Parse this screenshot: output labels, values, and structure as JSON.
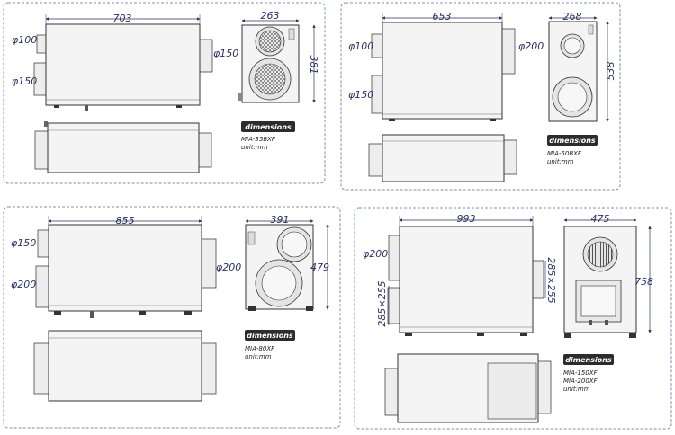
{
  "panels": [
    {
      "id": "a",
      "front_width": "703",
      "side_width": "263",
      "side_height": "381",
      "phi_left_top": "φ100",
      "phi_left_bottom": "φ150",
      "phi_right": "φ150",
      "badge": "dimensions",
      "model_lines": [
        "MIA-35BXF",
        "unit:mm"
      ]
    },
    {
      "id": "b",
      "front_width": "653",
      "side_width": "268",
      "side_height": "538",
      "phi_left_top": "φ100",
      "phi_left_bottom": "φ150",
      "phi_right": "φ200",
      "badge": "dimensions",
      "model_lines": [
        "MIA-50BXF",
        "unit:mm"
      ]
    },
    {
      "id": "c",
      "front_width": "855",
      "side_width": "391",
      "side_height": "479",
      "phi_left_top": "φ150",
      "phi_left_bottom": "φ200",
      "phi_right": "φ200",
      "badge": "dimensions",
      "model_lines": [
        "MIA-80XF",
        "unit:mm"
      ]
    },
    {
      "id": "d",
      "front_width": "993",
      "side_width": "475",
      "side_height": "758",
      "phi_left_top": "φ200",
      "label_left": "285×255",
      "label_right": "285×255",
      "badge": "dimensions",
      "model_lines": [
        "MIA-150XF",
        "MIA-200XF",
        "unit:mm"
      ]
    }
  ]
}
